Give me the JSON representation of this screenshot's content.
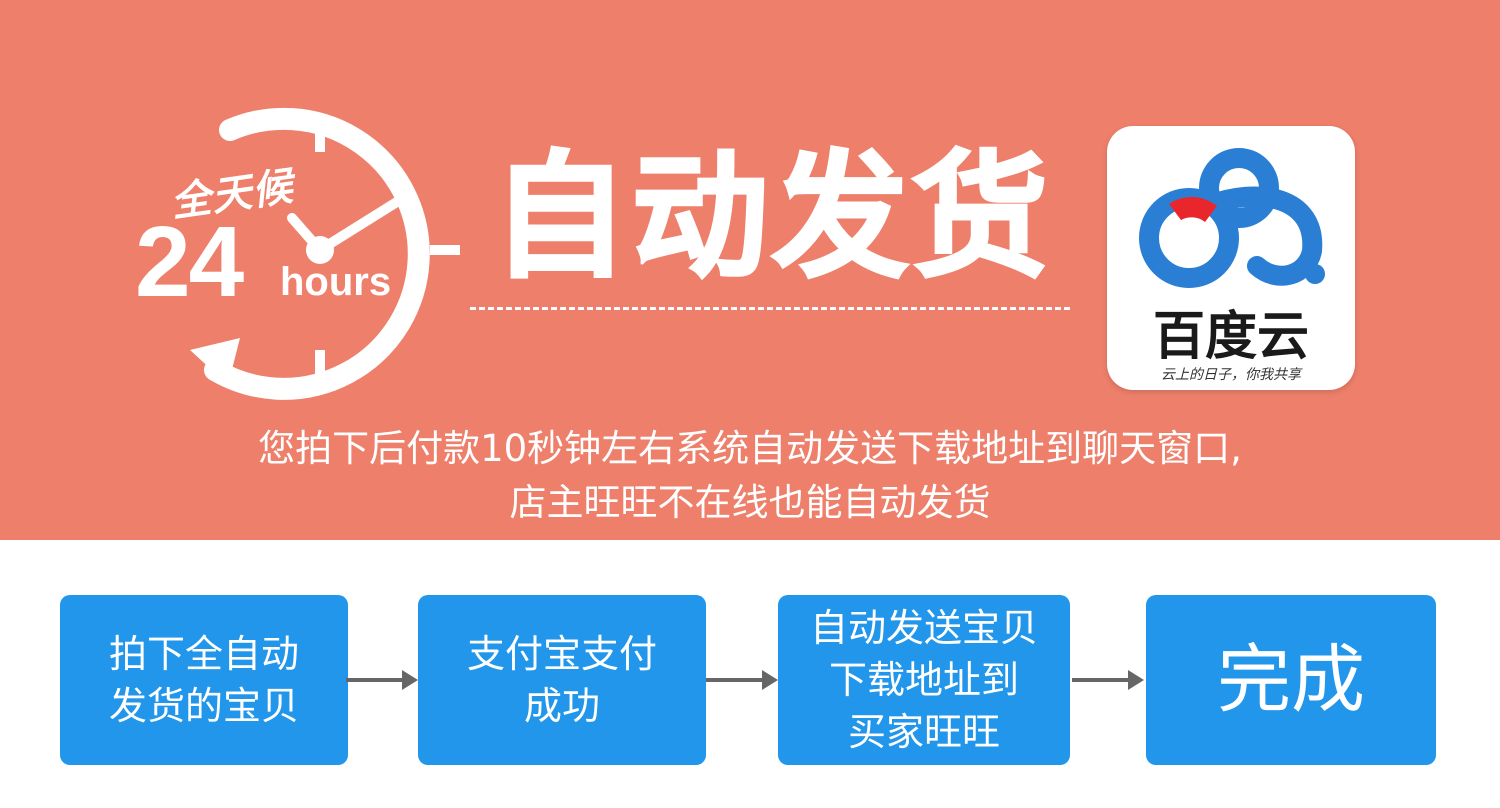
{
  "banner": {
    "clock_badge_top": "全天候",
    "clock_badge_number": "24",
    "clock_badge_unit": "hours",
    "headline": "自动发货",
    "logo": {
      "name": "百度云",
      "slogan": "云上的日子，你我共享",
      "colors": {
        "blue": "#2a7fd4",
        "red": "#e8262b"
      }
    },
    "description_lines": [
      "您拍下后付款10秒钟左右系统自动发送下载地址到聊天窗口,",
      "店主旺旺不在线也能自动发货"
    ]
  },
  "steps": [
    {
      "label": "拍下全自动\n发货的宝贝"
    },
    {
      "label": "支付宝支付\n成功"
    },
    {
      "label": "自动发送宝贝\n下载地址到\n买家旺旺"
    },
    {
      "label": "完成"
    }
  ],
  "colors": {
    "banner_bg": "#ee7f6b",
    "step_bg": "#2196ea",
    "arrow": "#666666"
  }
}
